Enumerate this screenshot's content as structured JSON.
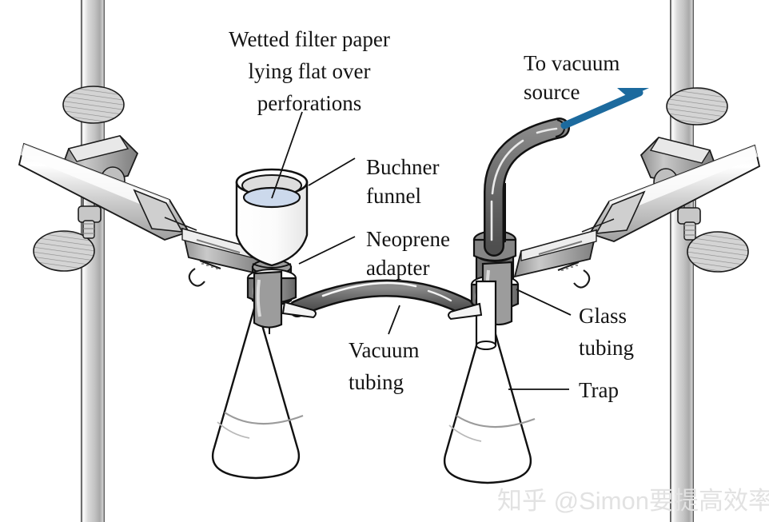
{
  "figure": {
    "kind": "vacuum-filtration-apparatus-diagram",
    "background": "#ffffff"
  },
  "labels": {
    "filter_paper": {
      "line1": "Wetted filter paper",
      "line2": "lying flat over",
      "line3": "perforations"
    },
    "vacuum_source": {
      "line1": "To vacuum",
      "line2": "source"
    },
    "buchner_funnel": {
      "line1": "Buchner",
      "line2": "funnel"
    },
    "neoprene_adapter": {
      "line1": "Neoprene",
      "line2": "adapter"
    },
    "vacuum_tubing": {
      "line1": "Vacuum",
      "line2": "tubing"
    },
    "glass_tubing": {
      "line1": "Glass",
      "line2": "tubing"
    },
    "trap": {
      "line1": "Trap"
    }
  },
  "watermark": {
    "text": "知乎 @Simon要提高效率"
  },
  "colors": {
    "arrow": "#1c6a9e",
    "filter_disc": "#ccd9ec",
    "tubing_dark": "#6d6d6d",
    "tubing_stroke": "#1a1a1a",
    "metal_light": "#e3e3e3",
    "metal_mid": "#bdbdbd",
    "metal_dark": "#9a9a9a",
    "neoprene": "#8c8c8c",
    "outline": "#111111",
    "glass_hint": "#9b9b9b",
    "watermark": "#e2e2e2"
  }
}
